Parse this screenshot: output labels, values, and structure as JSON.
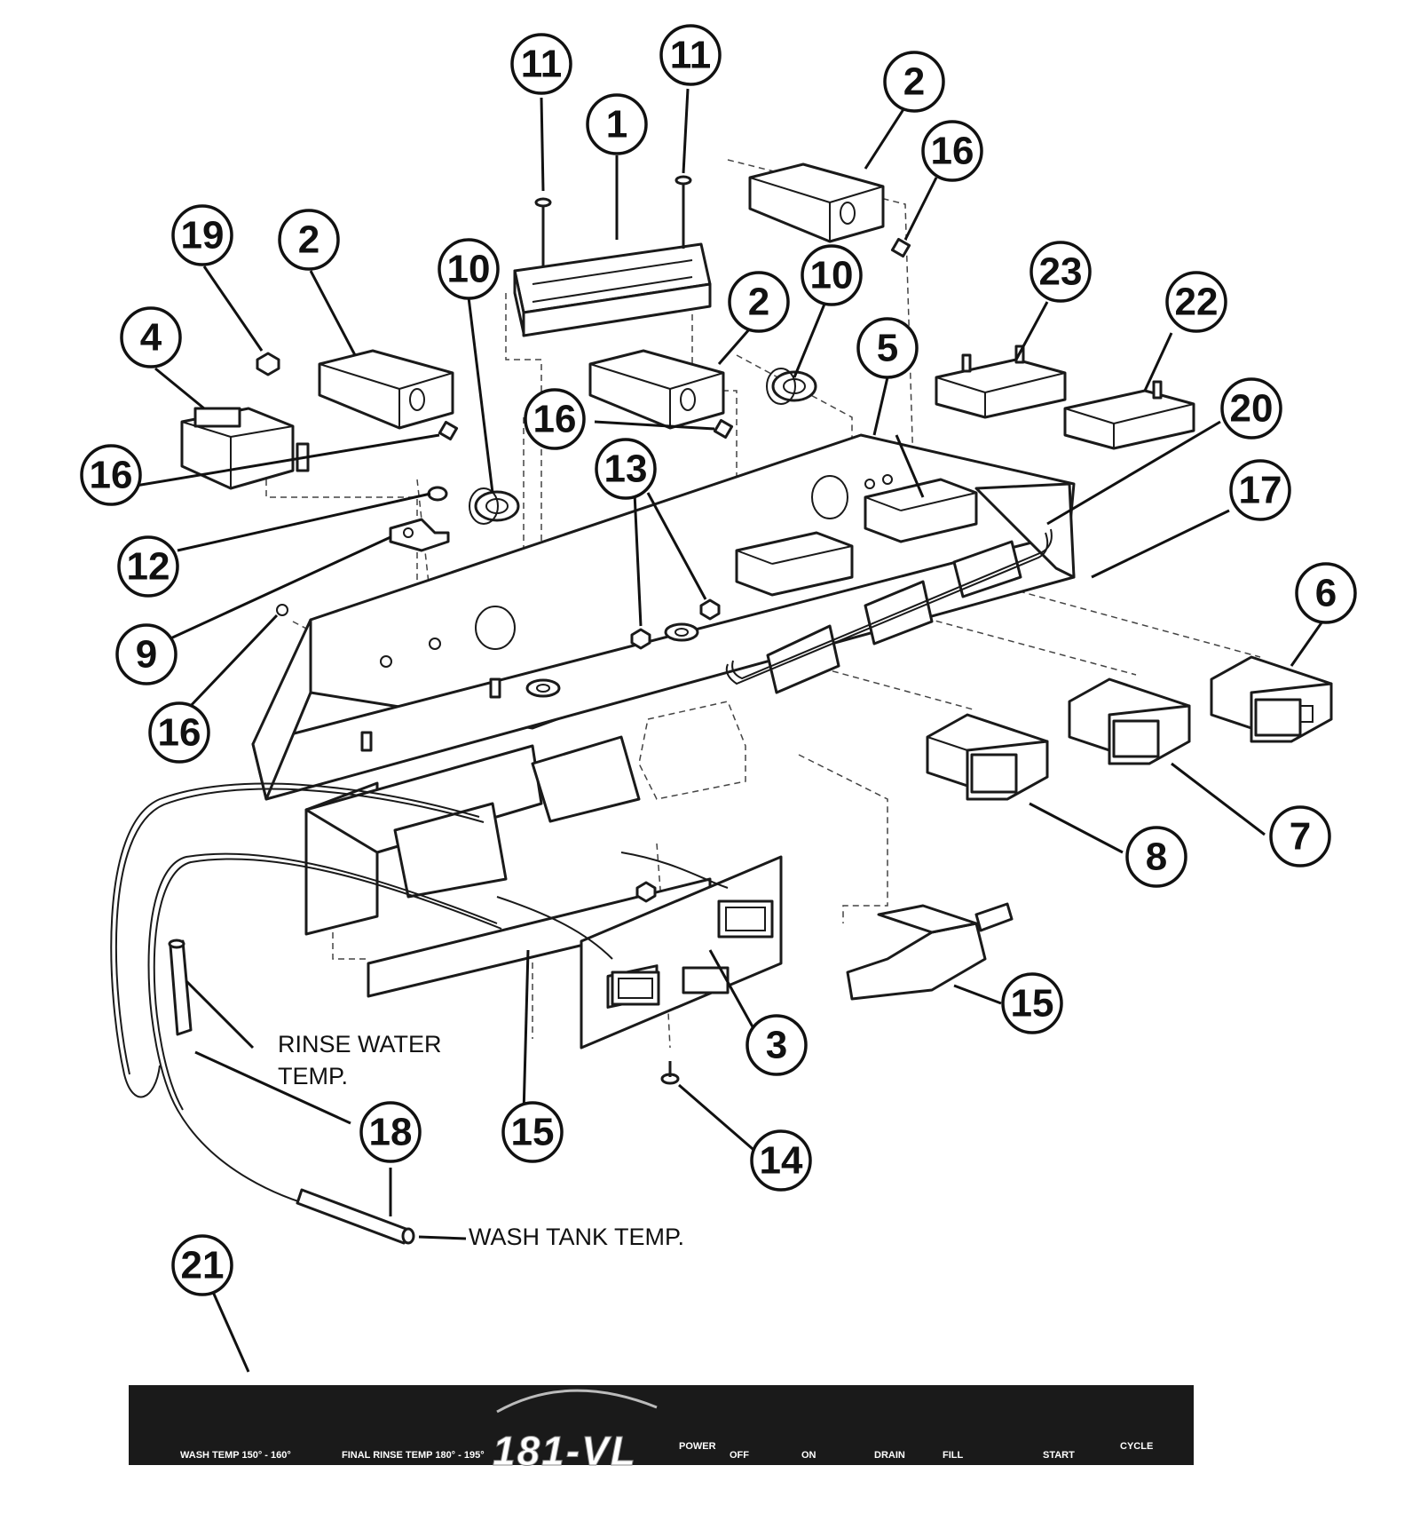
{
  "callouts": {
    "c1": "1",
    "c2a": "2",
    "c2b": "2",
    "c2c": "2",
    "c3": "3",
    "c4": "4",
    "c5": "5",
    "c6": "6",
    "c7": "7",
    "c8": "8",
    "c9": "9",
    "c10a": "10",
    "c10b": "10",
    "c11a": "11",
    "c11b": "11",
    "c12": "12",
    "c13": "13",
    "c14": "14",
    "c15a": "15",
    "c15b": "15",
    "c16a": "16",
    "c16b": "16",
    "c16c": "16",
    "c16d": "16",
    "c17": "17",
    "c18": "18",
    "c19": "19",
    "c20": "20",
    "c21": "21",
    "c22": "22",
    "c23": "23"
  },
  "labels": {
    "rinse_water_temp_line1": "RINSE WATER",
    "rinse_water_temp_line2": "TEMP.",
    "wash_tank_temp": "WASH TANK TEMP."
  },
  "decal": {
    "wash_temp": "WASH TEMP 150° - 160°",
    "final_rinse_temp": "FINAL RINSE TEMP 180° - 195°",
    "logo": "181-VL",
    "power": "POWER",
    "off": "OFF",
    "on": "ON",
    "drain": "DRAIN",
    "fill": "FILL",
    "start": "START",
    "cycle": "CYCLE",
    "background_color": "#1a1a1a"
  }
}
